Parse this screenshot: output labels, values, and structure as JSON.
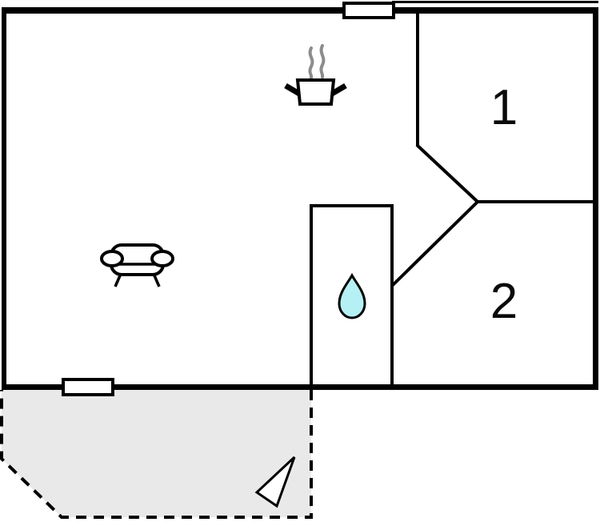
{
  "floorplan": {
    "kind": "vacation-home-floor-plan",
    "rooms": [
      {
        "number": "1"
      },
      {
        "number": "2"
      }
    ],
    "icons": {
      "kitchen": "cooking-pot-with-steam",
      "living": "sofa",
      "bathroom": "water-drop",
      "orientation": "north-arrow-triangle",
      "openings": "window-rectangles"
    },
    "colors": {
      "wall": "#000000",
      "room_fill": "#ffffff",
      "terrace_fill": "#e9e9e9",
      "water_drop_fill": "#b5f0f4",
      "steam": "#8c8c8c",
      "label": "#0a0a0a"
    }
  }
}
